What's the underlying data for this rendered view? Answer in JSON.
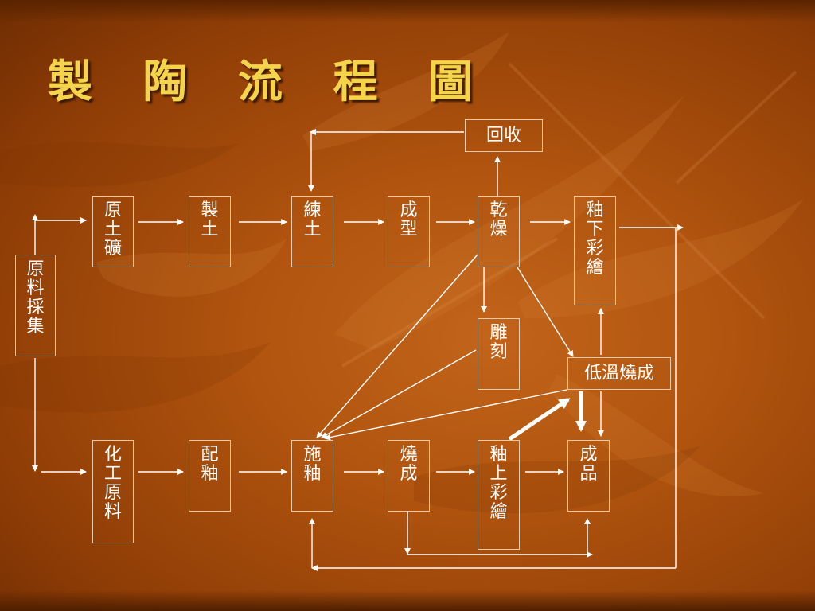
{
  "title": "製 陶 流 程 圖",
  "nodes": {
    "collection": [
      "原",
      "料",
      "採",
      "集"
    ],
    "raw_clay": [
      "原",
      "土",
      "礦"
    ],
    "make_clay": [
      "製",
      "土"
    ],
    "knead_clay": [
      "練",
      "土"
    ],
    "forming": [
      "成",
      "型"
    ],
    "drying": [
      "乾",
      "燥"
    ],
    "underglaze": [
      "釉",
      "下",
      "彩",
      "繪"
    ],
    "recycle": "回收",
    "carving": [
      "雕",
      "刻"
    ],
    "low_temp_firing": "低溫燒成",
    "chemical": [
      "化",
      "工",
      "原",
      "料"
    ],
    "glaze_mixing": [
      "配",
      "釉"
    ],
    "glazing": [
      "施",
      "釉"
    ],
    "firing": [
      "燒",
      "成"
    ],
    "overglaze": [
      "釉",
      "上",
      "彩",
      "繪"
    ],
    "finished": [
      "成",
      "品"
    ]
  },
  "colors": {
    "line": "#ffffff",
    "box_border": "#e8c9a8",
    "title": "#f4d44a"
  }
}
